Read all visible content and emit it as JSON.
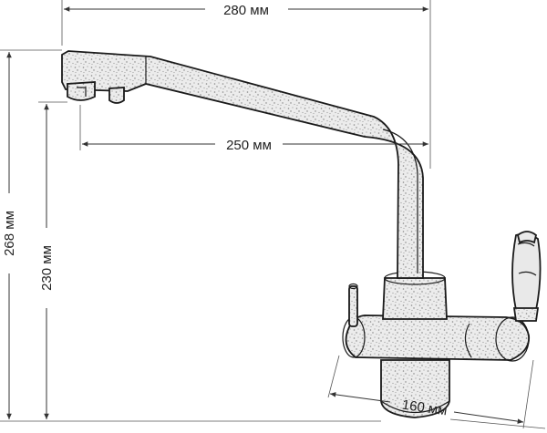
{
  "dimensions": {
    "spout_reach_total": "280 мм",
    "spout_reach_outlet": "250 мм",
    "total_height": "268 мм",
    "outlet_height": "230 мм",
    "base_width": "160 мм"
  },
  "colors": {
    "line": "#1a1a1a",
    "body": "#e9e9e9",
    "speckle": "#7a7a7a"
  }
}
